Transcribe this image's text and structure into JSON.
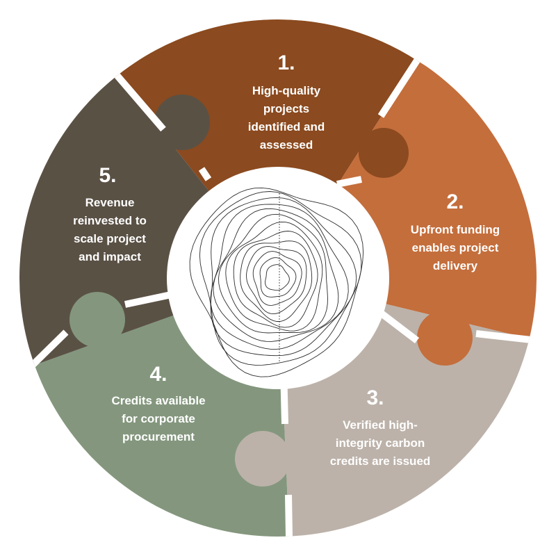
{
  "colors": {
    "step1": "#8b4a1f",
    "step2": "#c46e3c",
    "step3": "#bcb2a9",
    "step4": "#84977e",
    "step5": "#5a5145",
    "gap": "#ffffff",
    "center": "#ffffff"
  },
  "center_icon": "tree-rings-icon",
  "steps": [
    {
      "number": "1.",
      "lines": [
        "High-quality",
        "projects",
        "identified and",
        "assessed"
      ]
    },
    {
      "number": "2.",
      "lines": [
        "Upfront funding",
        "enables project",
        "delivery"
      ]
    },
    {
      "number": "3.",
      "lines": [
        "Verified high-",
        "integrity carbon",
        "credits are issued"
      ]
    },
    {
      "number": "4.",
      "lines": [
        "Credits available",
        "for corporate",
        "procurement"
      ]
    },
    {
      "number": "5.",
      "lines": [
        "Revenue",
        "reinvested to",
        "scale project",
        "and impact"
      ]
    }
  ]
}
